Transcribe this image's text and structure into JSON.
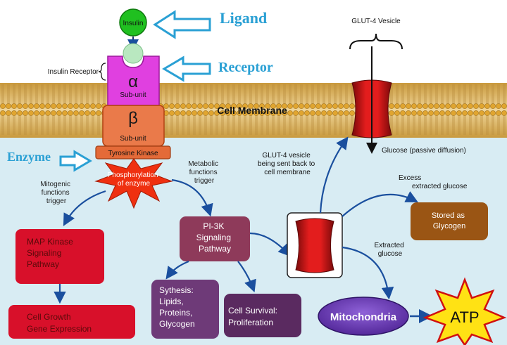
{
  "labels": {
    "ligand": "Ligand",
    "receptor": "Receptor",
    "enzyme": "Enzyme",
    "insulin": "Insulin",
    "insulin_receptor": "Insulin Receptor",
    "alpha_symbol": "α",
    "alpha_sub": "Sub-unit",
    "beta_symbol": "β",
    "beta_sub": "Sub-unit",
    "tyrosine_kinase": "Tyrosine Kinase",
    "cell_membrane": "Cell Membrane",
    "glut4_vesicle": "GLUT-4 Vesicle",
    "glucose_passive": "Glucose (passive diffusion)",
    "phosphorylation": [
      "Phosphorylation",
      "of enzyme"
    ],
    "metabolic": [
      "Metabolic",
      "functions",
      "trigger"
    ],
    "mitogenic": [
      "Mitogenic",
      "functions",
      "trigger"
    ],
    "glut4_sent_back": [
      "GLUT-4 vesicle",
      "being sent back to",
      "cell membrane"
    ],
    "excess_glucose": [
      "Excess",
      "extracted glucose"
    ],
    "extracted_glucose": [
      "Extracted",
      "glucose"
    ],
    "map_kinase": [
      "MAP Kinase",
      "Signaling",
      "Pathway"
    ],
    "cell_growth": [
      "Cell Growth",
      "Gene Expression"
    ],
    "pi3k": [
      "PI-3K",
      "Signaling",
      "Pathway"
    ],
    "synthesis": [
      "Sythesis:",
      "Lipids,",
      "Proteins,",
      "Glycogen"
    ],
    "cell_survival": [
      "Cell Survival:",
      "Proliferation"
    ],
    "stored_glycogen": [
      "Stored as",
      "Glycogen"
    ],
    "mitochondria": "Mitochondria",
    "atp": "ATP"
  },
  "colors": {
    "callout_blue": "#2aa0d4",
    "map_red": "#d8102a",
    "pi3k_maroon": "#8e3a5a",
    "synth_purple": "#6e3a78",
    "survival_purple": "#5a2a60",
    "glycogen_brown": "#9a5514",
    "mito_purple": "#5b2fa6",
    "atp_yellow": "#ffe214",
    "membrane_tan": "#d9b46a",
    "cytoplasm": "#d8ecf3"
  }
}
